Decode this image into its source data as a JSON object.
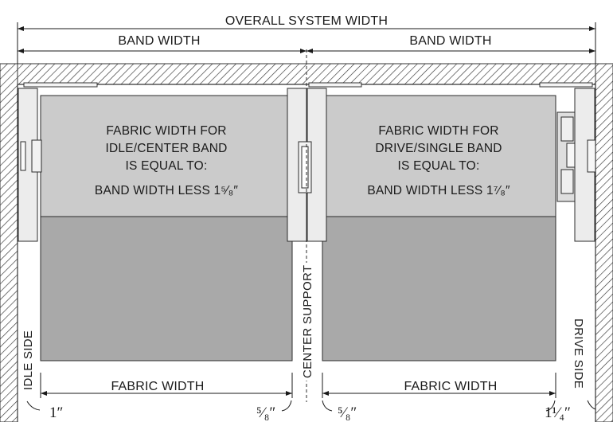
{
  "dimensions": {
    "overall": "OVERALL SYSTEM WIDTH",
    "band_left": "BAND WIDTH",
    "band_right": "BAND WIDTH",
    "fabric_left": "FABRIC WIDTH",
    "fabric_right": "FABRIC WIDTH"
  },
  "left_panel": {
    "line1": "FABRIC WIDTH FOR",
    "line2": "IDLE/CENTER  BAND",
    "line3": "IS EQUAL TO:",
    "less_label": "BAND WIDTH LESS 1⁵⁄₈″"
  },
  "right_panel": {
    "line1": "FABRIC WIDTH FOR",
    "line2": "DRIVE/SINGLE BAND",
    "line3": "IS EQUAL TO:",
    "less_label": "BAND WIDTH LESS 1⁷⁄₈″"
  },
  "side_labels": {
    "idle": "IDLE SIDE",
    "center": "CENTER SUPPORT",
    "drive": "DRIVE SIDE"
  },
  "clearances": {
    "idle": "1″",
    "center_left": "⁵⁄₈″",
    "center_right": "⁵⁄₈″",
    "drive": "1¹⁄₄″"
  },
  "colors": {
    "upper_fabric": "#cbcbcb",
    "lower_fabric": "#a9a9a9",
    "bracket": "#ececec",
    "outline": "#2b2b2b"
  }
}
